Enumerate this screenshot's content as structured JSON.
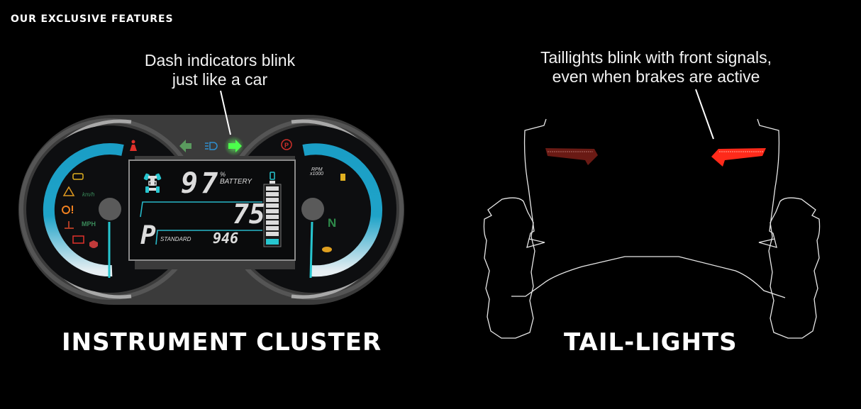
{
  "header": {
    "eyebrow": "OUR EXCLUSIVE FEATURES"
  },
  "instrument_cluster": {
    "title": "INSTRUMENT CLUSTER",
    "callout_line1": "Dash indicators blink",
    "callout_line2": "just like a car",
    "lcd": {
      "battery_percent": "97",
      "percent_symbol": "%",
      "battery_label": "BATTERY",
      "speed": "75",
      "gear": "P",
      "mode": "STANDARD",
      "odometer": "946",
      "battery_bars_total": 10,
      "battery_bars_filled": 1
    },
    "left_gauge": {
      "unit_kmh": "km/h",
      "unit_mph": "MPH"
    },
    "right_gauge": {
      "rpm_label": "RPM",
      "rpm_multiplier": "x1000",
      "gear_indicator": "N"
    },
    "indicators": [
      {
        "name": "left-turn-signal",
        "state": "off",
        "color": "#5a9a5e"
      },
      {
        "name": "headlight-low-beam",
        "state": "on",
        "color": "#2f8fd0"
      },
      {
        "name": "right-turn-signal",
        "state": "blinking",
        "color": "#4cff4c"
      },
      {
        "name": "seatbelt-warning",
        "color": "#e0302a"
      },
      {
        "name": "parking-brake",
        "color": "#d0302a"
      },
      {
        "name": "check-engine",
        "color": "#e0b020"
      },
      {
        "name": "hazard-warning",
        "color": "#e09a20"
      },
      {
        "name": "steering-warning",
        "color": "#f08020"
      },
      {
        "name": "coolant-temperature",
        "color": "#e04a2a"
      },
      {
        "name": "battery-charge",
        "color": "#e0302a"
      },
      {
        "name": "security-key",
        "color": "#c03a3a"
      },
      {
        "name": "fuel",
        "color": "#e0b020"
      },
      {
        "name": "turtle-mode",
        "color": "#e0a020"
      }
    ],
    "colors": {
      "housing": "#3a3a3a",
      "gauge_arc": "#1fa3c8",
      "needle": "#27c6d0",
      "lcd_accent": "#27b8c8"
    }
  },
  "tail_lights": {
    "title": "TAIL-LIGHTS",
    "callout_line1": "Taillights blink with front signals,",
    "callout_line2": "even when brakes are active",
    "left_light": {
      "state": "dim",
      "color": "#6a1a14"
    },
    "right_light": {
      "state": "bright",
      "color": "#ff2a1a"
    }
  }
}
